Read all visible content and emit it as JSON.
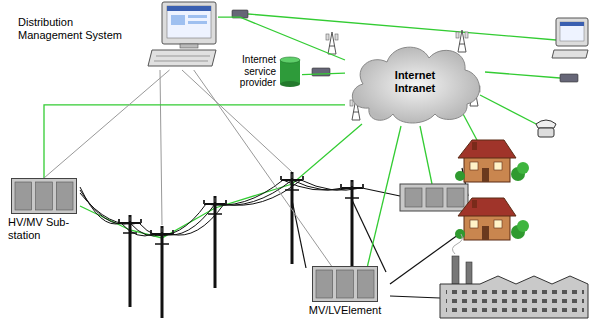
{
  "diagram": {
    "nodes": [
      {
        "text": [
          "Distribution Management System"
        ]
      },
      {
        "text": [
          "Internet service provider"
        ]
      },
      {
        "text": [
          "Internet Intranet"
        ]
      },
      {
        "text": [
          "HV/MV Sub-station"
        ]
      },
      {
        "text": [
          "MV/LVElement"
        ]
      }
    ],
    "edges": [
      {
        "from": 0,
        "to": 2,
        "arrow": "none"
      },
      {
        "from": 1,
        "to": 2,
        "arrow": "none"
      },
      {
        "from": 3,
        "to": 2,
        "arrow": "none"
      },
      {
        "from": 0,
        "to": 3,
        "arrow": "none"
      },
      {
        "from": 0,
        "to": 4,
        "arrow": "none"
      },
      {
        "from": 2,
        "to": 4,
        "arrow": "none"
      }
    ]
  }
}
